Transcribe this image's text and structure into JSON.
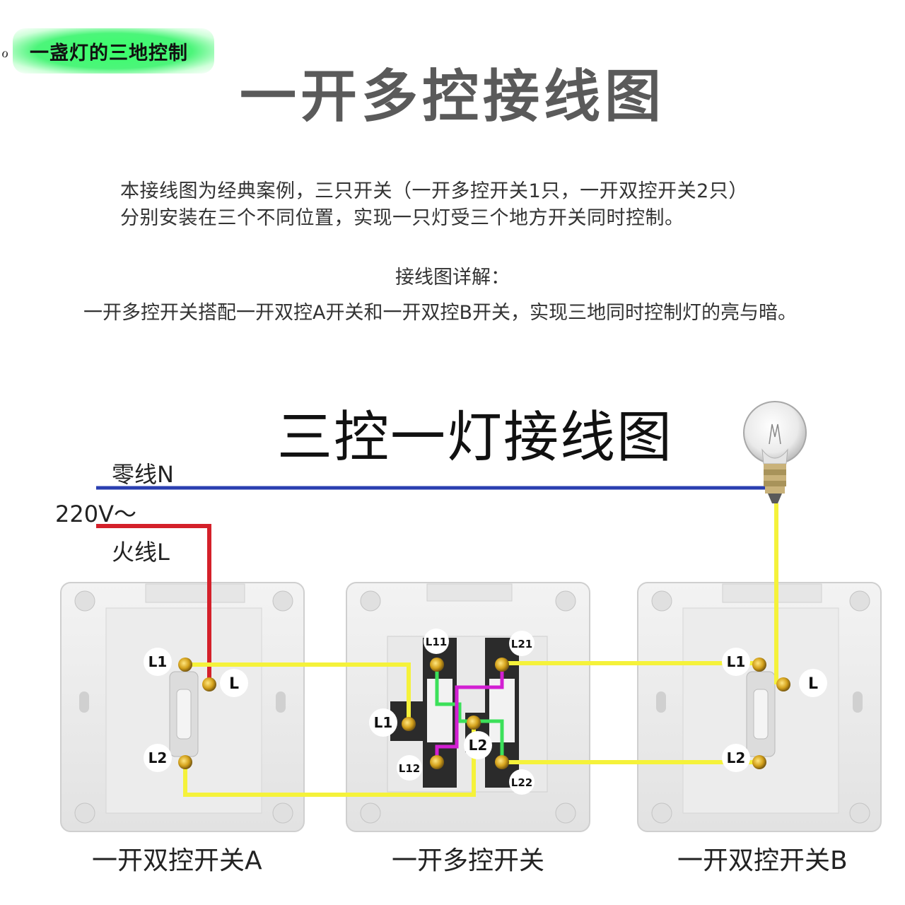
{
  "tag": "一盏灯的三地控制",
  "title": "一开多控接线图",
  "intro": [
    "本接线图为经典案例，三只开关（一开多控开关1只，一开双控开关2只）",
    "分别安装在三个不同位置，实现一只灯受三个地方开关同时控制。"
  ],
  "detail_title": "接线图详解：",
  "detail_text": "一开多控开关搭配一开双控A开关和一开双控B开关，实现三地同时控制灯的亮与暗。",
  "diagram_title": "三控一灯接线图",
  "labels": {
    "neutral": "零线N",
    "voltage": "220V～",
    "live": "火线L"
  },
  "switch_a": {
    "caption": "一开双控开关A",
    "l1": "L1",
    "l2": "L2",
    "l": "L"
  },
  "multi": {
    "caption": "一开多控开关",
    "l1": "L1",
    "l2": "L2",
    "l11": "L11",
    "l12": "L12",
    "l21": "L21",
    "l22": "L22"
  },
  "switch_b": {
    "caption": "一开双控开关B",
    "l1": "L1",
    "l2": "L2",
    "l": "L"
  },
  "colors": {
    "neutral_wire": "#2a3fb0",
    "live_wire": "#d4202a",
    "yellow_wire": "#f5f23a",
    "green_wire": "#3ce05a",
    "magenta_wire": "#d21fd2",
    "tag_glow": "#39ff6a"
  }
}
